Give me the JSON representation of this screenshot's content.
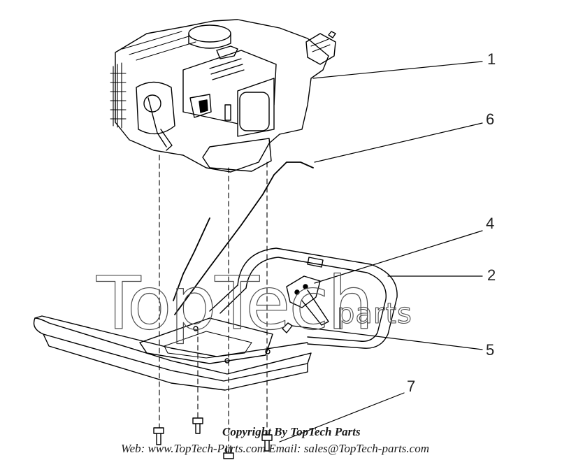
{
  "callouts": [
    {
      "id": "1",
      "label": "1"
    },
    {
      "id": "6",
      "label": "6"
    },
    {
      "id": "4",
      "label": "4"
    },
    {
      "id": "2",
      "label": "2"
    },
    {
      "id": "5",
      "label": "5"
    },
    {
      "id": "7",
      "label": "7"
    }
  ],
  "watermark": {
    "main": "TopTech",
    "sub": "parts"
  },
  "footer": {
    "copyright": "Copyright By TopTech Parts",
    "contact": "Web: www.TopTech-Parts.com  Email: sales@TopTech-parts.com"
  },
  "colors": {
    "line": "#000000",
    "watermark": "#4d4d4d",
    "background": "#ffffff"
  }
}
